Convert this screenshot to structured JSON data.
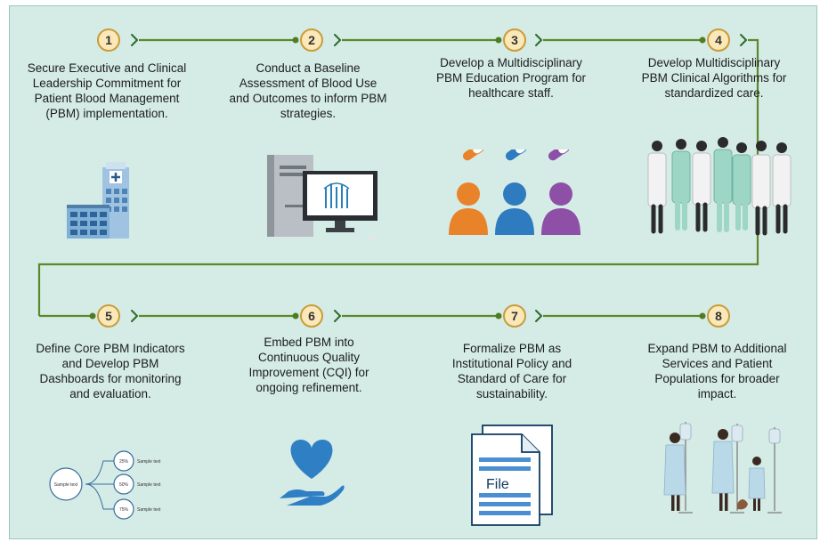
{
  "steps": [
    {
      "number": "1",
      "text": "Secure Executive and Clinical Leadership Commitment for Patient Blood Management (PBM) implementation."
    },
    {
      "number": "2",
      "text": "Conduct a Baseline Assessment of Blood Use and Outcomes to inform PBM strategies."
    },
    {
      "number": "3",
      "text": "Develop a Multidisciplinary PBM Education Program for healthcare staff."
    },
    {
      "number": "4",
      "text": "Develop Multidisciplinary PBM Clinical Algorithms for standardized care."
    },
    {
      "number": "5",
      "text": "Define Core PBM Indicators and Develop PBM Dashboards for monitoring and evaluation."
    },
    {
      "number": "6",
      "text": "Embed PBM into Continuous Quality Improvement (CQI) for ongoing refinement."
    },
    {
      "number": "7",
      "text": "Formalize PBM as Institutional Policy and Standard of Care for sustainability."
    },
    {
      "number": "8",
      "text": "Expand PBM to Additional Services and Patient Populations for broader impact."
    }
  ],
  "dashboard_icon": {
    "center_label": "Sample text",
    "nodes": [
      {
        "value": "25%",
        "label": "Sample text"
      },
      {
        "value": "50%",
        "label": "Sample text"
      },
      {
        "value": "75%",
        "label": "Sample text"
      }
    ]
  },
  "file_icon": {
    "label": "File"
  },
  "colors": {
    "background": "#d4ebe6",
    "connector": "#5b8a2a",
    "badge_fill": "#fbe8b8",
    "badge_border": "#c99c3b",
    "person_orange": "#e8832a",
    "person_blue": "#2e7bbf",
    "person_purple": "#8e4fa6",
    "heart_blue": "#2f7fc4"
  },
  "icons": [
    "hospital-icon",
    "computer-icon",
    "education-group-icon",
    "clinicians-icon",
    "dashboard-icon",
    "heart-hand-icon",
    "file-document-icon",
    "patients-icon"
  ]
}
